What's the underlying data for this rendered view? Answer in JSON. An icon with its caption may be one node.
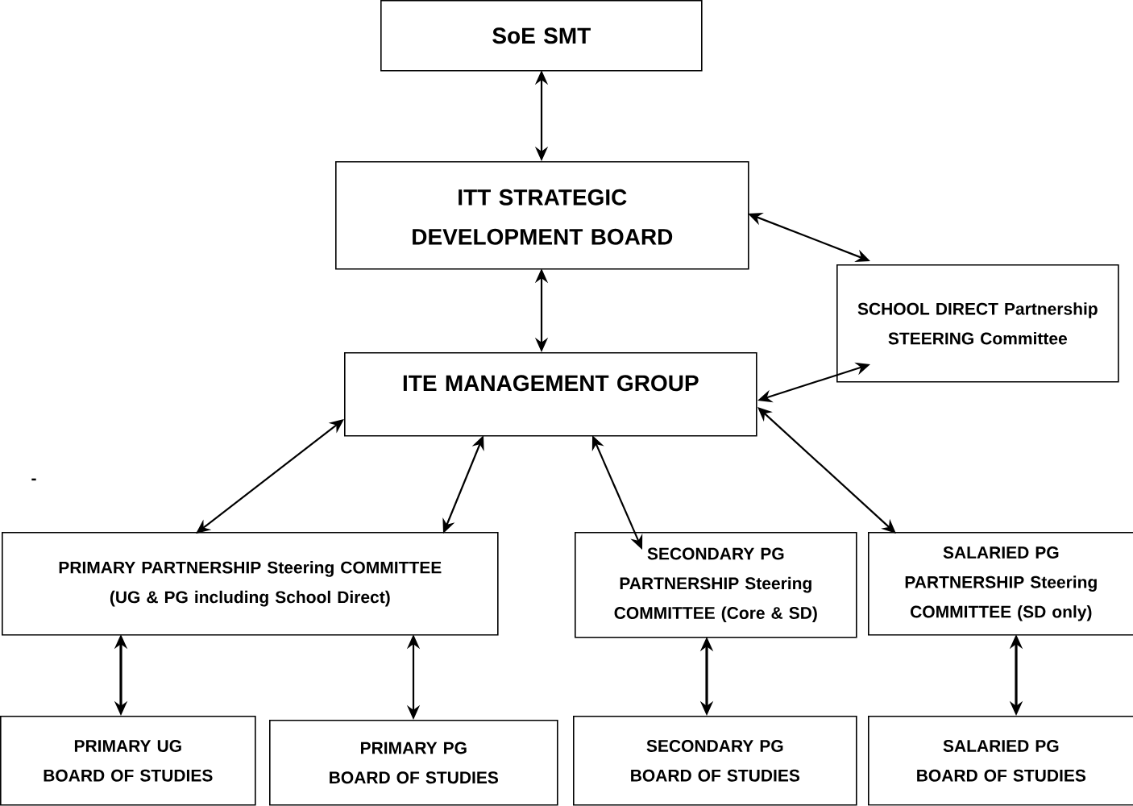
{
  "diagram": {
    "nodes": [
      {
        "text": [
          "SoE SMT"
        ]
      },
      {
        "text": [
          "ITT STRATEGIC DEVELOPMENT BOARD"
        ]
      },
      {
        "text": [
          "SCHOOL DIRECT Partnership STEERING Committee"
        ]
      },
      {
        "text": [
          "ITE MANAGEMENT GROUP"
        ]
      },
      {
        "text": [
          "PRIMARY PARTNERSHIP Steering COMMITTEE (UG & PG including School Direct)"
        ]
      },
      {
        "text": [
          "SECONDARY PG PARTNERSHIP Steering COMMITTEE (Core & SD)"
        ]
      },
      {
        "text": [
          "SALARIED PG PARTNERSHIP Steering COMMITTEE (SD only)"
        ]
      },
      {
        "text": [
          "PRIMARY UG BOARD OF STUDIES"
        ]
      },
      {
        "text": [
          "PRIMARY PG BOARD OF STUDIES"
        ]
      },
      {
        "text": [
          "SECONDARY PG BOARD OF STUDIES"
        ]
      },
      {
        "text": [
          "SALARIED PG BOARD OF STUDIES"
        ]
      }
    ],
    "edges": [
      {
        "from": 0,
        "to": 1,
        "arrow": "both"
      },
      {
        "from": 1,
        "to": 2,
        "arrow": "both"
      },
      {
        "from": 1,
        "to": 3,
        "arrow": "both"
      },
      {
        "from": 3,
        "to": 2,
        "arrow": "both"
      },
      {
        "from": 3,
        "to": 4,
        "arrow": "both"
      },
      {
        "from": 3,
        "to": 4,
        "arrow": "both"
      },
      {
        "from": 3,
        "to": 5,
        "arrow": "both"
      },
      {
        "from": 3,
        "to": 6,
        "arrow": "both"
      },
      {
        "from": 4,
        "to": 7,
        "arrow": "both"
      },
      {
        "from": 4,
        "to": 8,
        "arrow": "both"
      },
      {
        "from": 5,
        "to": 9,
        "arrow": "both"
      },
      {
        "from": 6,
        "to": 10,
        "arrow": "both"
      }
    ],
    "labels": [
      "-"
    ]
  }
}
